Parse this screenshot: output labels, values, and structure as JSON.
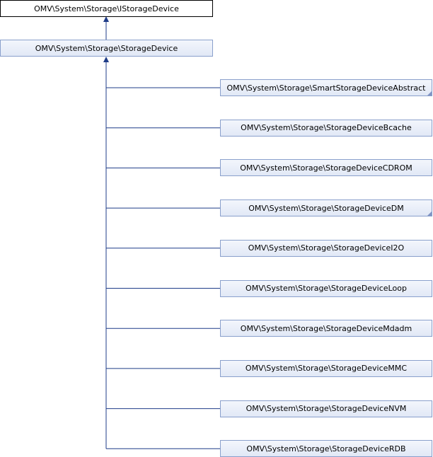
{
  "diagram": {
    "interface_node": {
      "label": "OMV\\System\\Storage\\IStorageDevice"
    },
    "base_node": {
      "label": "OMV\\System\\Storage\\StorageDevice"
    },
    "subclasses": [
      {
        "label": "OMV\\System\\Storage\\SmartStorageDeviceAbstract",
        "has_more": true
      },
      {
        "label": "OMV\\System\\Storage\\StorageDeviceBcache",
        "has_more": false
      },
      {
        "label": "OMV\\System\\Storage\\StorageDeviceCDROM",
        "has_more": false
      },
      {
        "label": "OMV\\System\\Storage\\StorageDeviceDM",
        "has_more": true
      },
      {
        "label": "OMV\\System\\Storage\\StorageDeviceI2O",
        "has_more": false
      },
      {
        "label": "OMV\\System\\Storage\\StorageDeviceLoop",
        "has_more": false
      },
      {
        "label": "OMV\\System\\Storage\\StorageDeviceMdadm",
        "has_more": false
      },
      {
        "label": "OMV\\System\\Storage\\StorageDeviceMMC",
        "has_more": false
      },
      {
        "label": "OMV\\System\\Storage\\StorageDeviceNVM",
        "has_more": false
      },
      {
        "label": "OMV\\System\\Storage\\StorageDeviceRDB",
        "has_more": false
      }
    ],
    "colors": {
      "edge": "#1f3c88",
      "node_border": "#8aa0cc",
      "node_fill_top": "#f3f6fc",
      "node_fill_bottom": "#e1e8f6"
    }
  }
}
